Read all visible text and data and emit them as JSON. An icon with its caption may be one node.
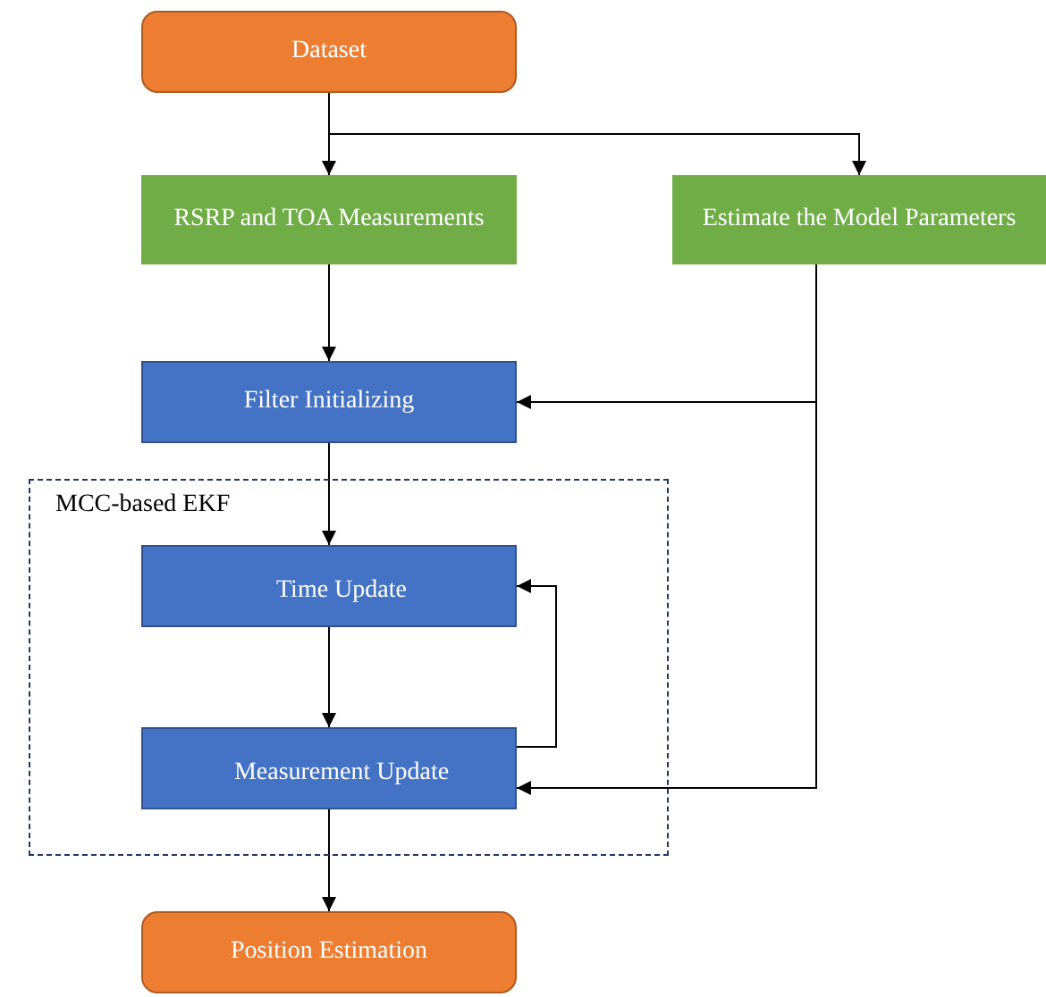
{
  "diagram": {
    "nodes": [
      {
        "text": [
          "Dataset"
        ]
      },
      {
        "text": [
          "RSRP and TOA Measurements"
        ]
      },
      {
        "text": [
          "Estimate the Model Parameters"
        ]
      },
      {
        "text": [
          "Filter Initializing"
        ]
      },
      {
        "text": [
          "MCC-based EKF"
        ]
      },
      {
        "text": [
          "Time Update"
        ],
        "in": 4
      },
      {
        "text": [
          "Measurement Update"
        ],
        "in": 4
      },
      {
        "text": [
          "Position Estimation"
        ]
      }
    ],
    "edges": [
      {
        "from": 0,
        "to": 1,
        "arrow": "to"
      },
      {
        "from": 0,
        "to": 2,
        "arrow": "to"
      },
      {
        "from": 1,
        "to": 3,
        "arrow": "to"
      },
      {
        "from": 2,
        "to": 3,
        "arrow": "to"
      },
      {
        "from": 3,
        "to": 5,
        "arrow": "to"
      },
      {
        "from": 5,
        "to": 6,
        "arrow": "to"
      },
      {
        "from": 6,
        "to": 5,
        "arrow": "to"
      },
      {
        "from": 2,
        "to": 6,
        "arrow": "to"
      },
      {
        "from": 6,
        "to": 7,
        "arrow": "to"
      }
    ]
  }
}
